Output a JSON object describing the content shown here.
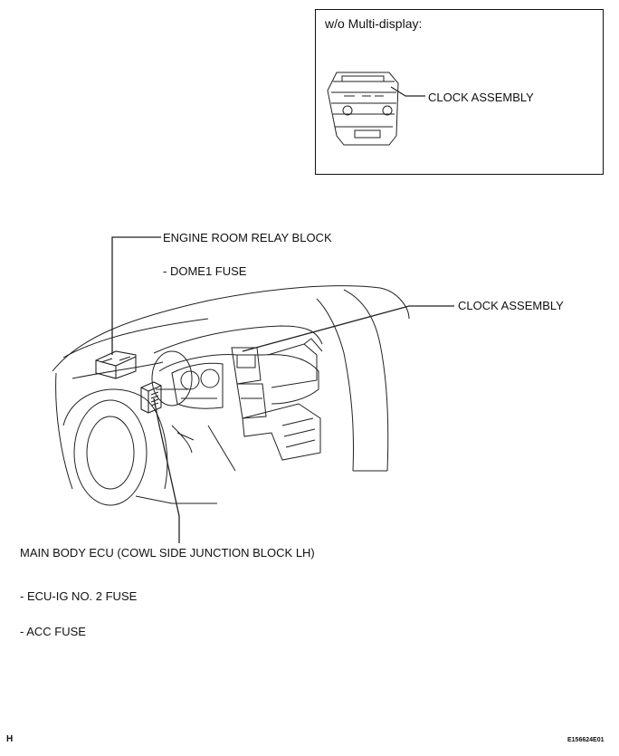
{
  "inset": {
    "heading": "w/o Multi-display:",
    "callout": "CLOCK ASSEMBLY"
  },
  "labels": {
    "engine_room_relay_block": "ENGINE ROOM RELAY BLOCK",
    "dome1_fuse": "- DOME1 FUSE",
    "clock_assembly": "CLOCK ASSEMBLY",
    "main_body_ecu": "MAIN BODY ECU (COWL SIDE JUNCTION BLOCK LH)",
    "ecu_ig_no2_fuse": "- ECU-IG NO. 2 FUSE",
    "acc_fuse": "- ACC FUSE"
  },
  "footer": {
    "left_code": "H",
    "figure_id": "E156624E01"
  }
}
